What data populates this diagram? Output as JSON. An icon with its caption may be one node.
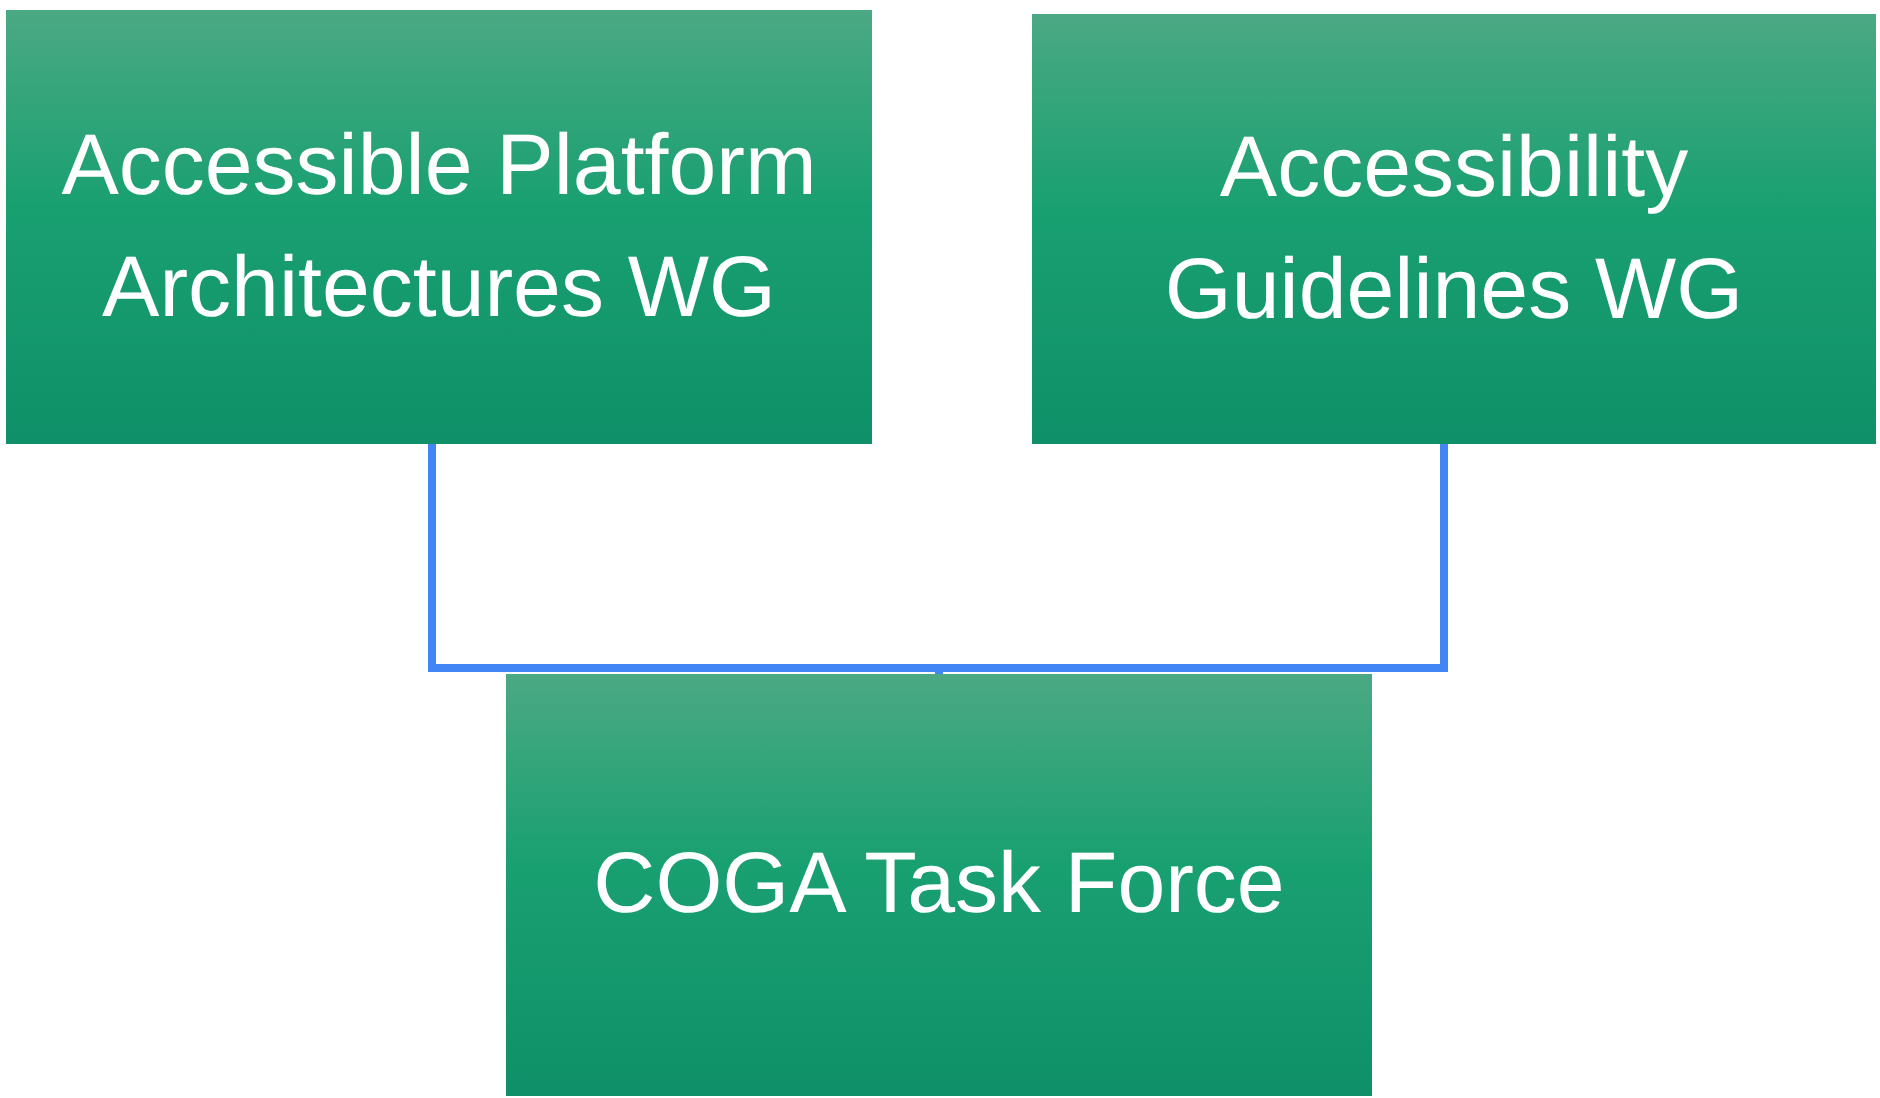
{
  "diagram": {
    "nodes": [
      {
        "text": [
          "Accessible Platform Architectures WG"
        ]
      },
      {
        "text": [
          "Accessibility Guidelines WG"
        ]
      },
      {
        "text": [
          "COGA Task Force"
        ]
      }
    ],
    "edges": [
      {
        "from": 0,
        "to": 2,
        "arrow": "none"
      },
      {
        "from": 1,
        "to": 2,
        "arrow": "none"
      }
    ]
  }
}
